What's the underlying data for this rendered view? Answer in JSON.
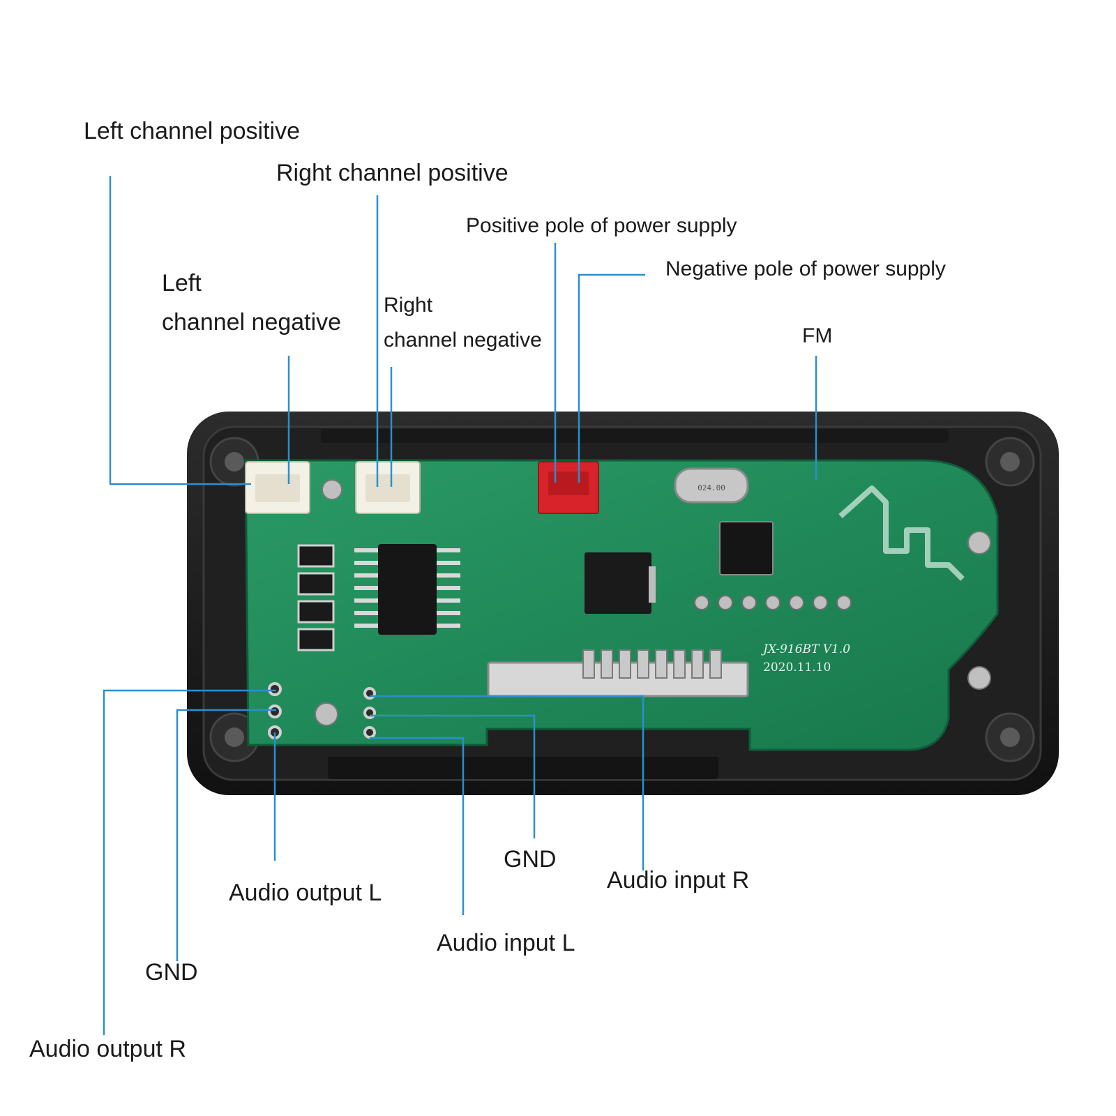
{
  "labels": {
    "left_channel_positive": "Left channel positive",
    "right_channel_positive": "Right channel positive",
    "positive_pole": "Positive pole of power supply",
    "negative_pole": "Negative pole of power supply",
    "left_channel_negative_1": "Left",
    "left_channel_negative_2": "channel negative",
    "right_channel_negative_1": "Right",
    "right_channel_negative_2": "channel negative",
    "fm": "FM",
    "gnd_mid": "GND",
    "audio_input_r": "Audio input R",
    "audio_output_l": "Audio output L",
    "audio_input_l": "Audio input L",
    "gnd_left": "GND",
    "audio_output_r": "Audio output R"
  },
  "board": {
    "model": "JX-916BT V1.0",
    "date": "2020.11.10",
    "crystal": "024.00"
  },
  "colors": {
    "leader_line": "#2a8fd0",
    "pcb_green": "#1f8a5a",
    "frame_black": "#1b1b1b",
    "power_connector": "#d8232a"
  }
}
